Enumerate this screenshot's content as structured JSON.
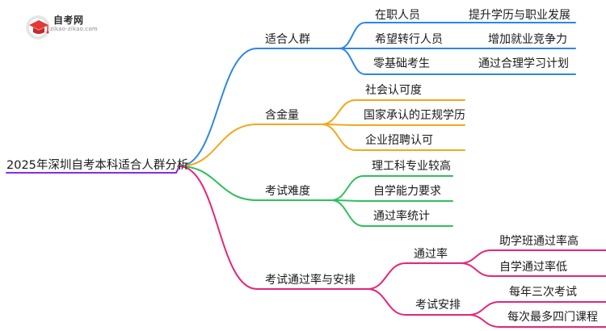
{
  "logo": {
    "title": "自考网",
    "url": "zikao-zikao.com",
    "icon": "graduation-cap-icon"
  },
  "colors": {
    "blue": "#2e86e6",
    "orange": "#f2a81e",
    "green": "#2fbf5b",
    "pink": "#e3267a",
    "root_line": "#8a2be2"
  },
  "mindmap": {
    "root": "2025年深圳自考本科适合人群分析",
    "branches": [
      {
        "label": "适合人群",
        "children": [
          {
            "label": "在职人员",
            "children": [
              {
                "label": "提升学历与职业发展"
              }
            ]
          },
          {
            "label": "希望转行人员",
            "children": [
              {
                "label": "增加就业竞争力"
              }
            ]
          },
          {
            "label": "零基础考生",
            "children": [
              {
                "label": "通过合理学习计划"
              }
            ]
          }
        ]
      },
      {
        "label": "含金量",
        "children": [
          {
            "label": "社会认可度"
          },
          {
            "label": "国家承认的正规学历"
          },
          {
            "label": "企业招聘认可"
          }
        ]
      },
      {
        "label": "考试难度",
        "children": [
          {
            "label": "理工科专业较高"
          },
          {
            "label": "自学能力要求"
          },
          {
            "label": "通过率统计"
          }
        ]
      },
      {
        "label": "考试通过率与安排",
        "children": [
          {
            "label": "通过率",
            "children": [
              {
                "label": "助学班通过率高"
              },
              {
                "label": "自学通过率低"
              }
            ]
          },
          {
            "label": "考试安排",
            "children": [
              {
                "label": "每年三次考试"
              },
              {
                "label": "每次最多四门课程"
              }
            ]
          }
        ]
      }
    ]
  }
}
